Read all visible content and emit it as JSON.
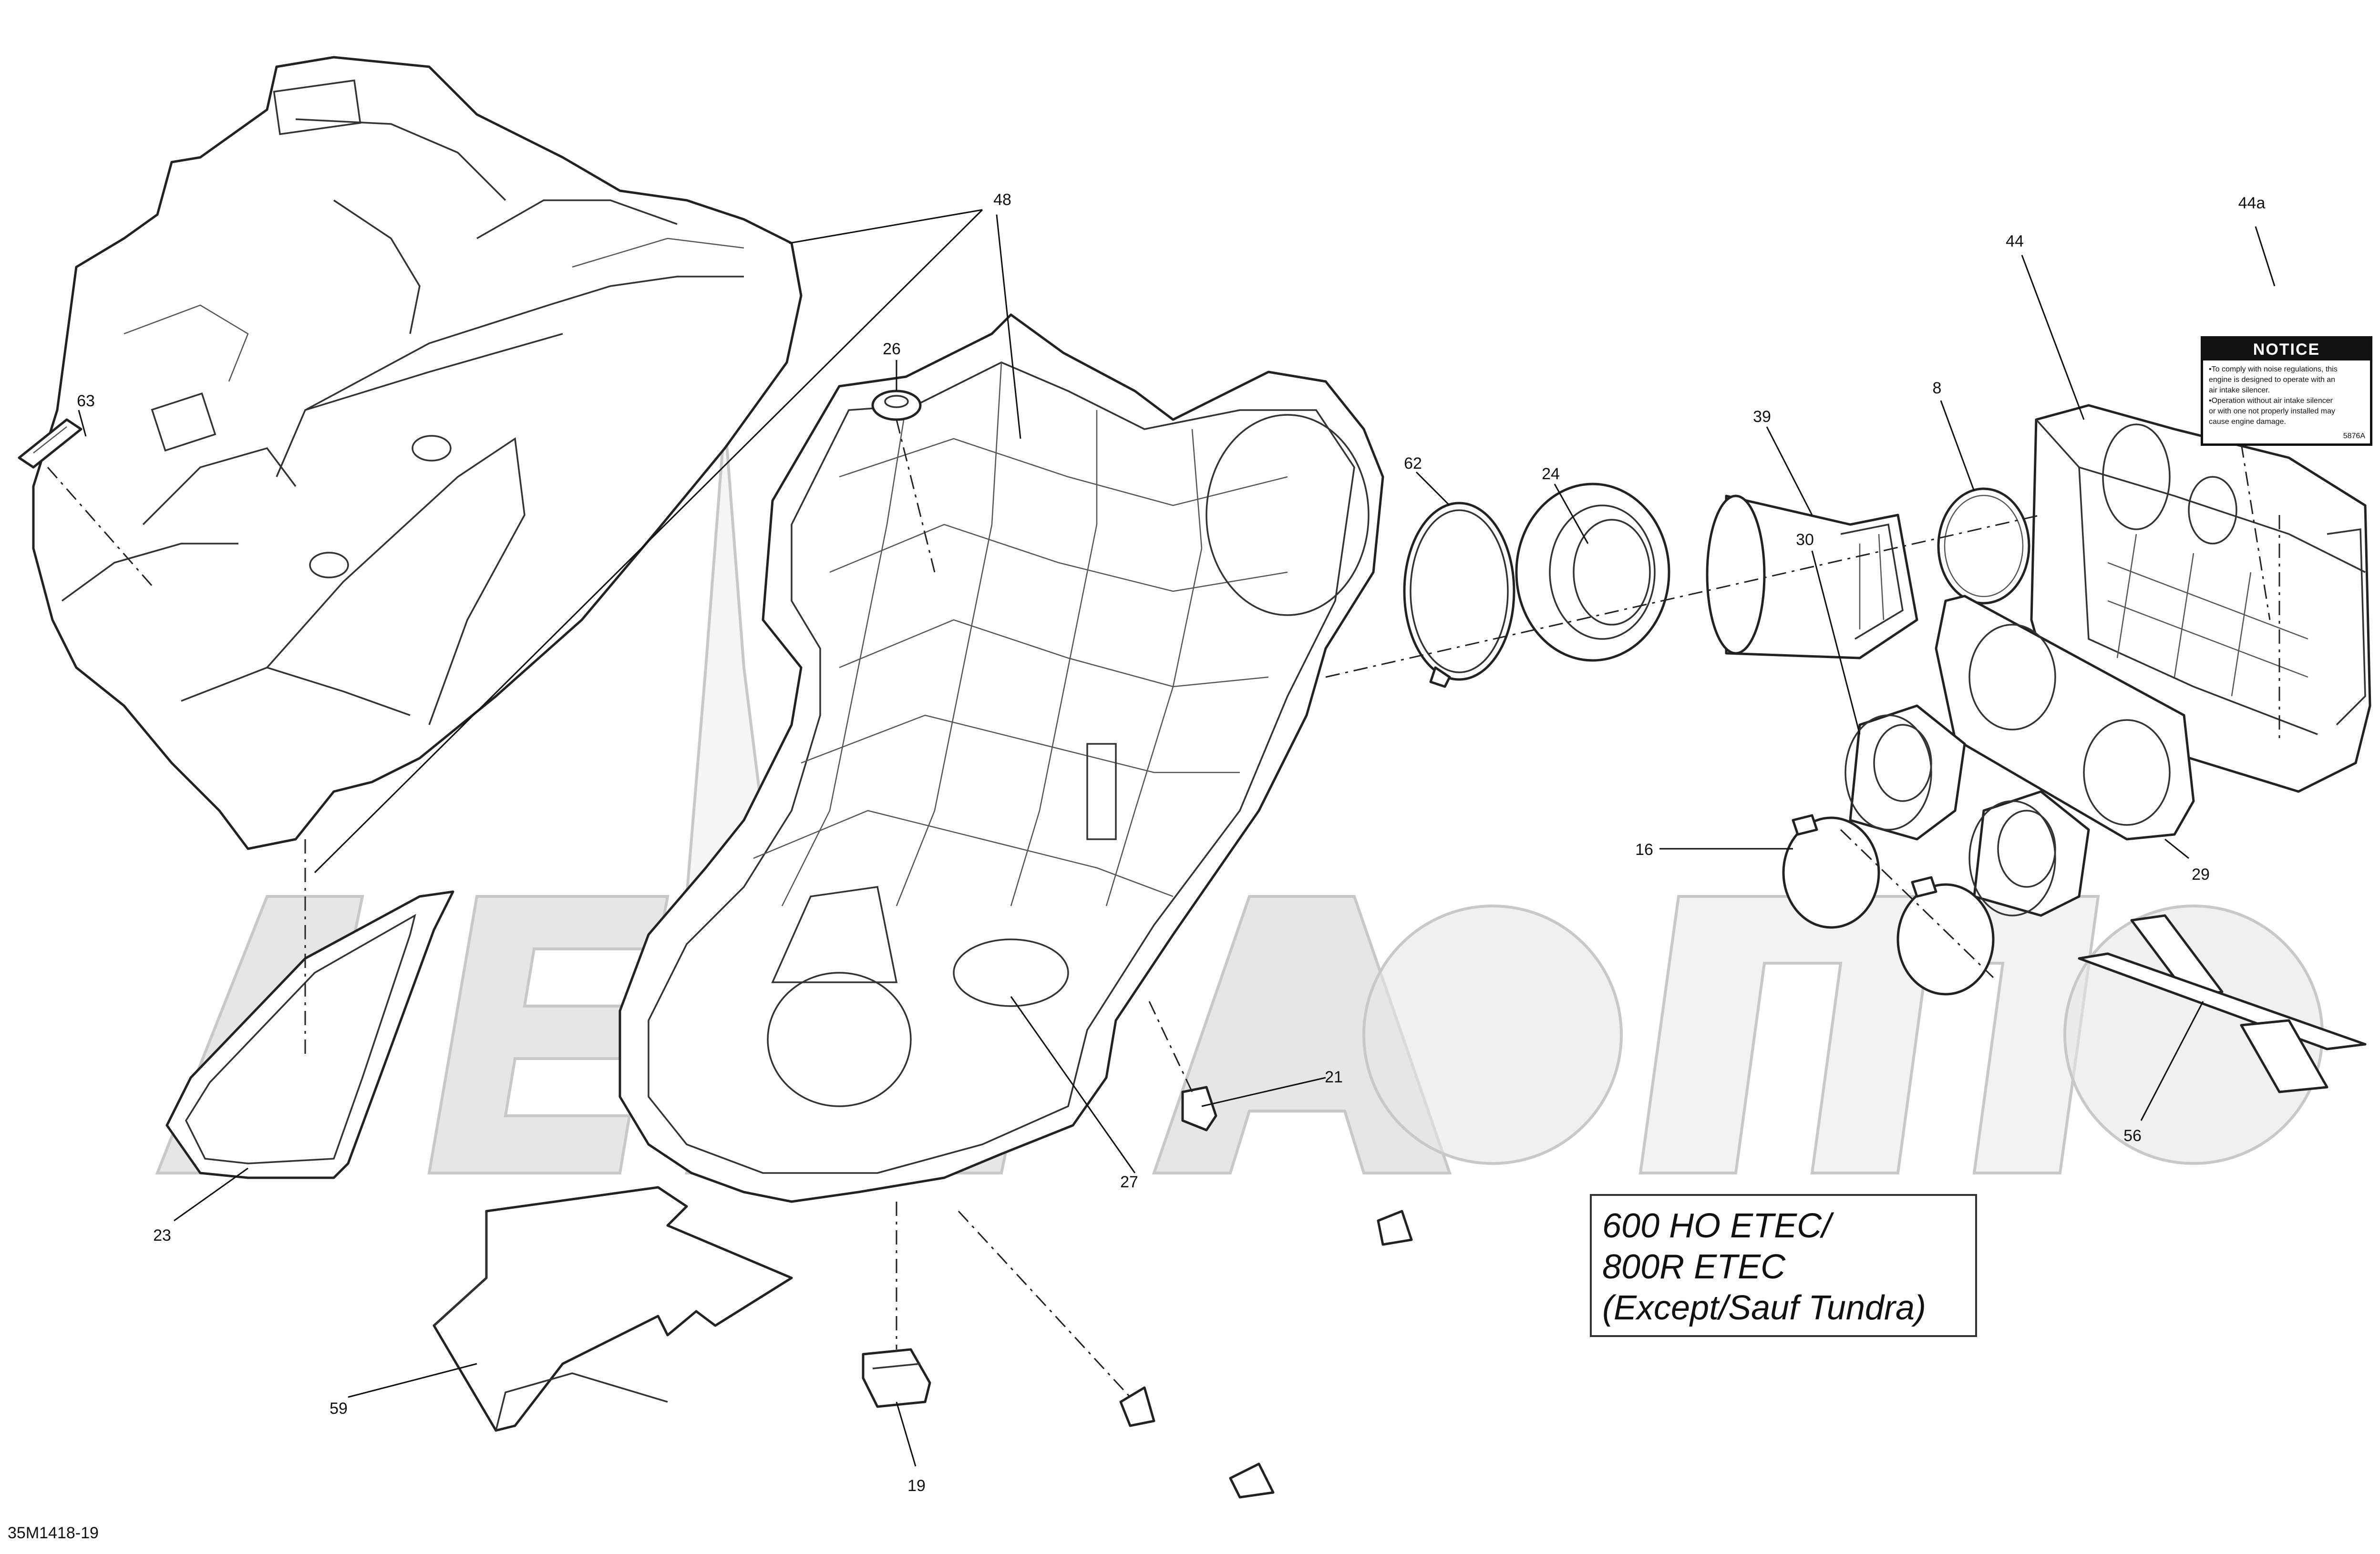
{
  "diagram": {
    "drawing_id": "35M1418-19",
    "variant_lines": [
      "600 HO ETEC/",
      "800R ETEC",
      "(Except/Sauf Tundra)"
    ],
    "notice_label": {
      "heading": "NOTICE",
      "lines": [
        "•To comply with noise regulations, this",
        "engine is designed to operate with an",
        "air intake silencer.",
        "•Operation without air intake silencer",
        "or with one not properly installed may",
        "cause engine damage."
      ],
      "code": "5876A"
    },
    "callouts": [
      "48",
      "44a",
      "44",
      "63",
      "26",
      "62",
      "24",
      "39",
      "8",
      "30",
      "16",
      "29",
      "21",
      "27",
      "56",
      "23",
      "59",
      "19"
    ]
  }
}
